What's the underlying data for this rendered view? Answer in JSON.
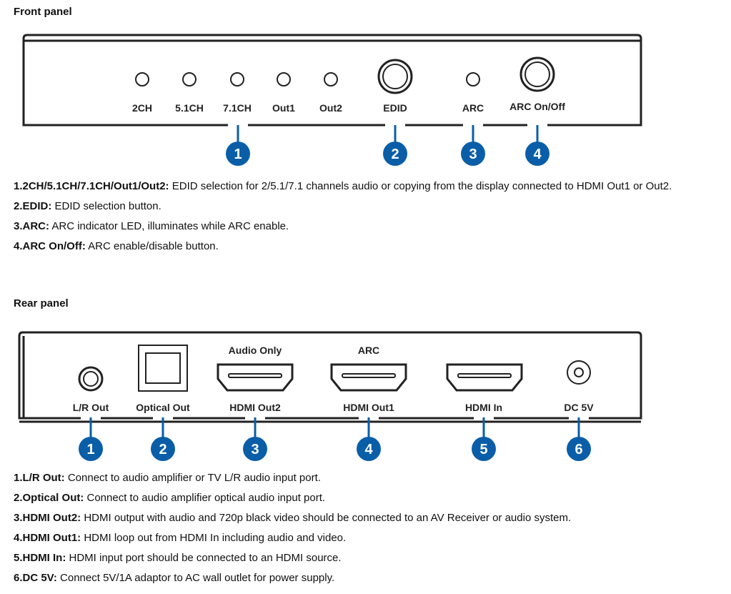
{
  "front": {
    "title": "Front panel",
    "labels": [
      "2CH",
      "5.1CH",
      "7.1CH",
      "Out1",
      "Out2",
      "EDID",
      "ARC",
      "ARC On/Off"
    ],
    "callouts": [
      "1",
      "2",
      "3",
      "4"
    ],
    "desc": [
      {
        "term": "1.2CH/5.1CH/7.1CH/Out1/Out2:",
        "text": " EDID selection for 2/5.1/7.1 channels audio or copying from the display connected to HDMI Out1 or Out2."
      },
      {
        "term": "2.EDID:",
        "text": " EDID selection button."
      },
      {
        "term": "3.ARC:",
        "text": " ARC indicator LED, illuminates while ARC enable."
      },
      {
        "term": "4.ARC On/Off:",
        "text": " ARC enable/disable button."
      }
    ]
  },
  "rear": {
    "title": "Rear panel",
    "top_labels": [
      "Audio Only",
      "ARC"
    ],
    "labels": [
      "L/R Out",
      "Optical Out",
      "HDMI Out2",
      "HDMI Out1",
      "HDMI In",
      "DC 5V"
    ],
    "callouts": [
      "1",
      "2",
      "3",
      "4",
      "5",
      "6"
    ],
    "desc": [
      {
        "term": "1.L/R Out:",
        "text": " Connect to audio amplifier or TV L/R audio input port."
      },
      {
        "term": "2.Optical Out:",
        "text": " Connect to audio amplifier optical audio input port."
      },
      {
        "term": "3.HDMI Out2:",
        "text": " HDMI output with audio and 720p black video should be connected to an AV Receiver or audio system."
      },
      {
        "term": "4.HDMI Out1:",
        "text": " HDMI loop out from HDMI In including audio and video."
      },
      {
        "term": "5.HDMI In:",
        "text": " HDMI input port should be connected to an HDMI source."
      },
      {
        "term": "6.DC 5V:",
        "text": " Connect 5V/1A adaptor to AC wall outlet for power supply."
      }
    ]
  },
  "colors": {
    "callout": "#0a5ea8"
  }
}
